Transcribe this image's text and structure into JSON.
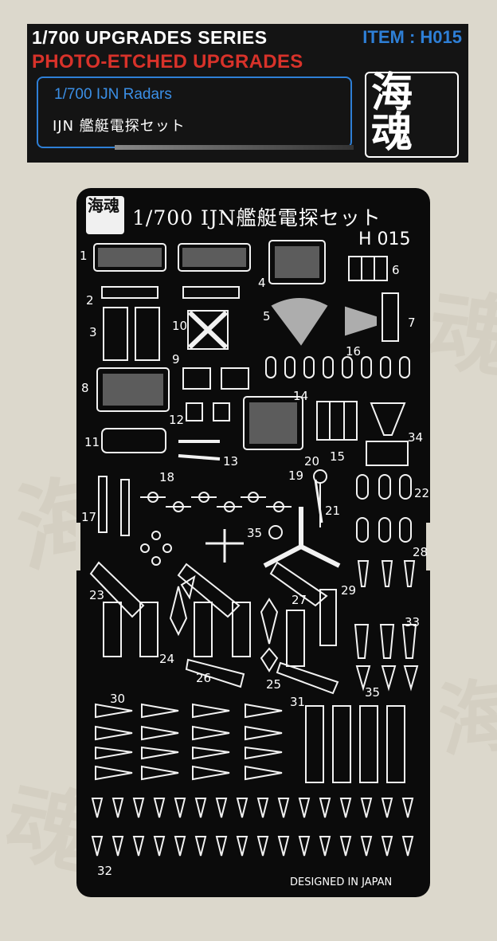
{
  "header": {
    "series": "1/700  UPGRADES SERIES",
    "item": "ITEM : H015",
    "photo_etched": "PHOTO-ETCHED UPGRADES",
    "title_en": "1/700 IJN Radars",
    "title_jp": "IJN 艦艇電探セット",
    "logo": "海魂"
  },
  "fret": {
    "logo": "海魂",
    "title": "1/700 IJN艦艇電探セット",
    "code": "H 015",
    "designed": "DESIGNED IN JAPAN"
  },
  "part_numbers": [
    "1",
    "2",
    "3",
    "4",
    "5",
    "6",
    "7",
    "8",
    "9",
    "10",
    "11",
    "12",
    "13",
    "14",
    "15",
    "16",
    "17",
    "18",
    "19",
    "20",
    "21",
    "22",
    "23",
    "24",
    "25",
    "26",
    "27",
    "28",
    "29",
    "30",
    "31",
    "32",
    "33",
    "34",
    "35",
    "35"
  ],
  "colors": {
    "item_blue": "#2e7fd6",
    "photo_red": "#d8322a",
    "fret_black": "#0b0b0b"
  }
}
